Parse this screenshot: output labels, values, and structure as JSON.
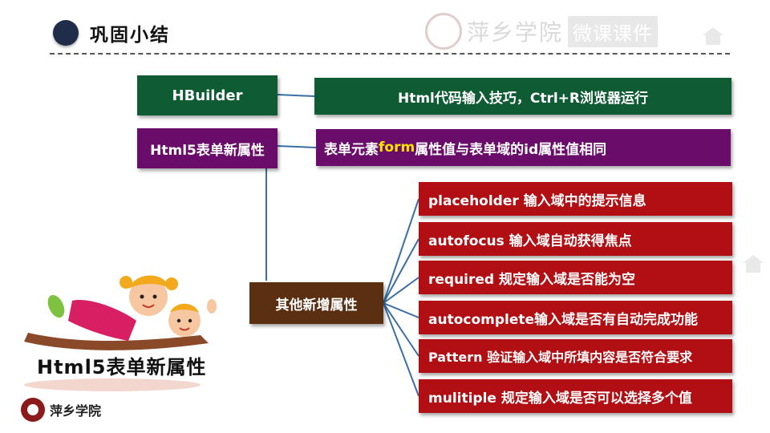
{
  "slide": {
    "title": "巩固小结",
    "watermark_logo_text": "萍乡学院",
    "watermark_badge_text": "微课课件"
  },
  "left_nodes": {
    "hbuilder": "HBuilder",
    "html5_form": "Html5表单新属性",
    "other_attrs": "其他新增属性"
  },
  "right_notes": {
    "hbuilder_tip": "Html代码输入技巧，Ctrl+R浏览器运行",
    "form_tip_prefix": "表单元素",
    "form_tip_highlight": "form",
    "form_tip_suffix": "属性值与表单域的id属性值相同"
  },
  "attributes": [
    "placeholder 输入域中的提示信息",
    "autofocus 输入域自动获得焦点",
    "required 规定输入域是否能为空",
    "autocomplete输入域是否有自动完成功能",
    "Pattern 验证输入域中所填内容是否符合要求",
    "mulitiple 规定输入域是否可以选择多个值"
  ],
  "illustration_caption": "Html5表单新属性",
  "bottom_logo_text": "萍乡学院",
  "colors": {
    "green": "#0f5c34",
    "purple": "#6a0d6a",
    "red": "#b20f14",
    "brown": "#5b2f12",
    "connector": "#3a6ea5",
    "highlight": "#ffe400"
  }
}
